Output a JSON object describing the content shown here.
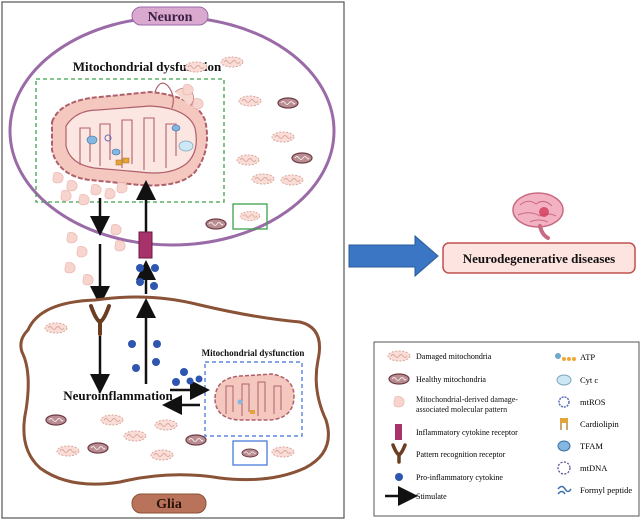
{
  "cells": {
    "neuron": "Neuron",
    "glia": "Glia"
  },
  "process": {
    "mito_dysfunction_neuron": "Mitochondrial dysfunction",
    "mito_dysfunction_glia": "Mitochondrial dysfunction",
    "neuroinflammation": "Neuroinflammation",
    "outcome": "Neurodegenerative diseases"
  },
  "legend_left": [
    {
      "icon": "damaged-mitochondria",
      "label": "Damaged mitochondria"
    },
    {
      "icon": "healthy-mitochondria",
      "label": "Healthy mitochondria"
    },
    {
      "icon": "damp",
      "label": "Mitochondrial-derived damage-associated molecular pattern"
    },
    {
      "icon": "cytokine-receptor",
      "label": "Inflammatory cytokine receptor"
    },
    {
      "icon": "prr",
      "label": "Pattern recognition receptor"
    },
    {
      "icon": "cytokine",
      "label": "Pro-inflammatory cytokine"
    },
    {
      "icon": "stimulate-arrow",
      "label": "Stimulate"
    }
  ],
  "legend_right": [
    {
      "icon": "atp",
      "label": "ATP"
    },
    {
      "icon": "cytc",
      "label": "Cyt c"
    },
    {
      "icon": "mtros",
      "label": "mtROS"
    },
    {
      "icon": "cardiolipin",
      "label": "Cardiolipin"
    },
    {
      "icon": "tfam",
      "label": "TFAM"
    },
    {
      "icon": "mtdna",
      "label": "mtDNA"
    },
    {
      "icon": "formyl",
      "label": "Formyl peptide"
    }
  ],
  "colors": {
    "neuron_border": "#9b6ba8",
    "neuron_label_bg": "#d9a9d0",
    "glia_border": "#8a5236",
    "glia_label_bg": "#b8735a",
    "mito_pink": "#f5cfc7",
    "mito_dark": "#b0606a",
    "healthy_mito": "#9a6a70",
    "cytokine": "#2e55b0",
    "receptor": "#a8326a",
    "prr": "#6b3e22",
    "outcome_arrow": "#3a76c4",
    "outcome_bg": "#fde4e1",
    "outcome_border": "#c0504d",
    "green_dash": "#3ca24a",
    "blue_dash": "#3a6fd8"
  }
}
